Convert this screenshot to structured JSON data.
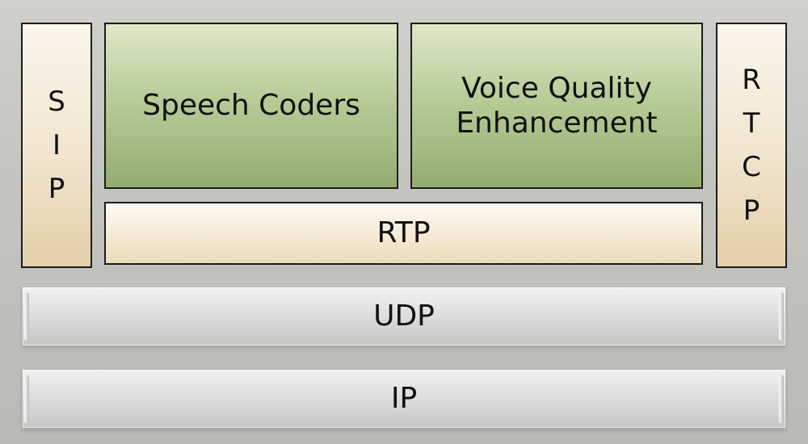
{
  "diagram": {
    "left_column": {
      "letters": [
        "S",
        "I",
        "P"
      ]
    },
    "right_column": {
      "letters": [
        "R",
        "T",
        "C",
        "P"
      ]
    },
    "speech_coders": {
      "label": "Speech Coders"
    },
    "voice_quality": {
      "line1": "Voice Quality",
      "line2": "Enhancement"
    },
    "rtp": {
      "label": "RTP"
    },
    "udp": {
      "label": "UDP"
    },
    "ip": {
      "label": "IP"
    }
  },
  "colors": {
    "green_block": "#b8cc98",
    "beige_block": "#f1e4cd",
    "grey_bar": "#dcdcdc",
    "border": "#1c1c1c"
  }
}
